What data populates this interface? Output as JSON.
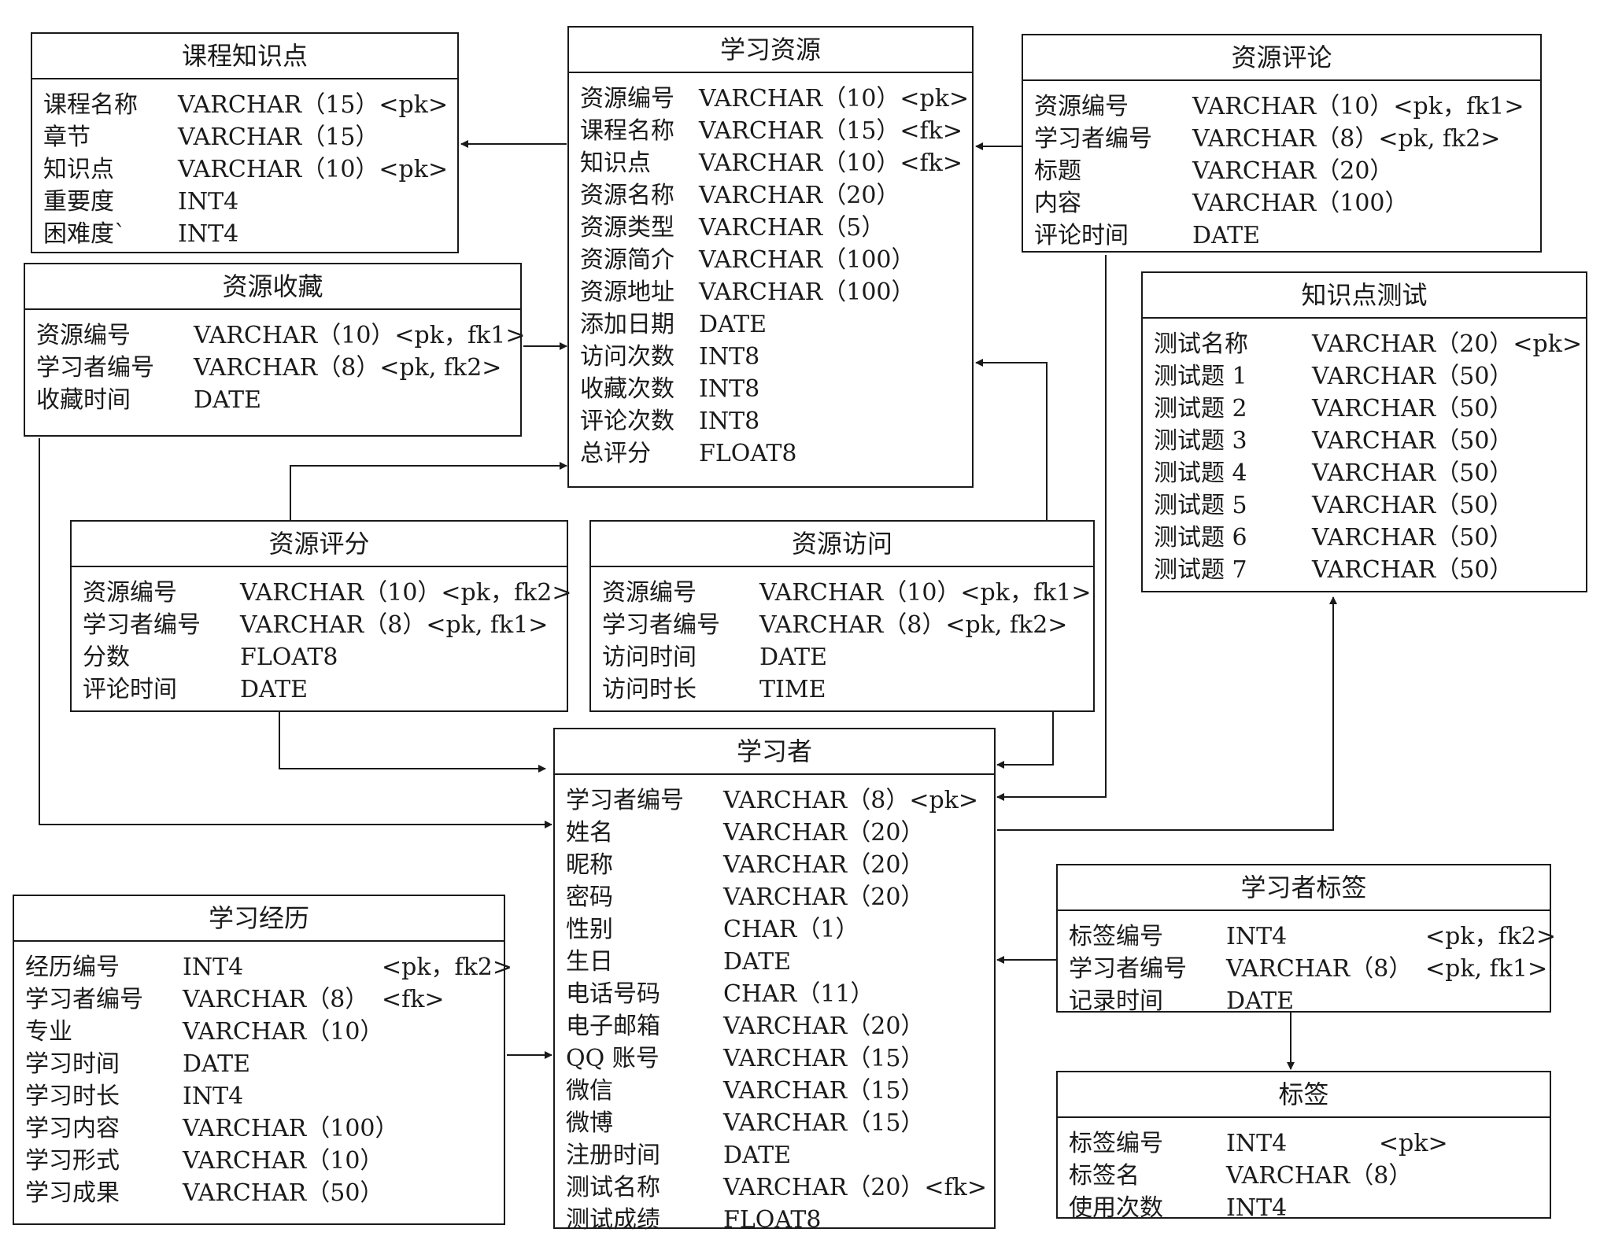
{
  "entities": [
    {
      "id": "kcz",
      "name": "课程知识点",
      "fields": [
        [
          "课程名称",
          "VARCHAR（15）<pk>",
          ""
        ],
        [
          "章节",
          "VARCHAR（15）",
          ""
        ],
        [
          "知识点",
          "VARCHAR（10）<pk>",
          ""
        ],
        [
          "重要度",
          "INT4",
          ""
        ],
        [
          "困难度`",
          "INT4",
          ""
        ]
      ]
    },
    {
      "id": "xxzy",
      "name": "学习资源",
      "fields": [
        [
          "资源编号",
          "VARCHAR（10）<pk>",
          ""
        ],
        [
          "课程名称",
          "VARCHAR（15）<fk>",
          ""
        ],
        [
          "知识点",
          "VARCHAR（10）<fk>",
          ""
        ],
        [
          "资源名称",
          "VARCHAR（20）",
          ""
        ],
        [
          "资源类型",
          "VARCHAR（5）",
          ""
        ],
        [
          "资源简介",
          "VARCHAR（100）",
          ""
        ],
        [
          "资源地址",
          "VARCHAR（100）",
          ""
        ],
        [
          "添加日期",
          "DATE",
          ""
        ],
        [
          "访问次数",
          "INT8",
          ""
        ],
        [
          "收藏次数",
          "INT8",
          ""
        ],
        [
          "评论次数",
          "INT8",
          ""
        ],
        [
          "总评分",
          "FLOAT8",
          ""
        ]
      ]
    },
    {
      "id": "zypl",
      "name": "资源评论",
      "fields": [
        [
          "资源编号",
          "VARCHAR（10）<pk，fk1>",
          ""
        ],
        [
          "学习者编号",
          "VARCHAR（8）<pk, fk2>",
          ""
        ],
        [
          "标题",
          "VARCHAR（20）",
          ""
        ],
        [
          "内容",
          "VARCHAR（100）",
          ""
        ],
        [
          "评论时间",
          "DATE",
          ""
        ]
      ]
    },
    {
      "id": "zysc",
      "name": "资源收藏",
      "fields": [
        [
          "资源编号",
          "VARCHAR（10）<pk，fk1>",
          ""
        ],
        [
          "学习者编号",
          "VARCHAR（8）<pk, fk2>",
          ""
        ],
        [
          "收藏时间",
          "DATE",
          ""
        ]
      ]
    },
    {
      "id": "zsdcs",
      "name": "知识点测试",
      "fields": [
        [
          "测试名称",
          "VARCHAR（20）<pk>",
          ""
        ],
        [
          "测试题 1",
          "VARCHAR（50）",
          ""
        ],
        [
          "测试题 2",
          "VARCHAR（50）",
          ""
        ],
        [
          "测试题 3",
          "VARCHAR（50）",
          ""
        ],
        [
          "测试题 4",
          "VARCHAR（50）",
          ""
        ],
        [
          "测试题 5",
          "VARCHAR（50）",
          ""
        ],
        [
          "测试题 6",
          "VARCHAR（50）",
          ""
        ],
        [
          "测试题 7",
          "VARCHAR（50）",
          ""
        ]
      ]
    },
    {
      "id": "zypf",
      "name": "资源评分",
      "fields": [
        [
          "资源编号",
          "VARCHAR（10）<pk，fk2>",
          ""
        ],
        [
          "学习者编号",
          "VARCHAR（8）<pk, fk1>",
          ""
        ],
        [
          "分数",
          "FLOAT8",
          ""
        ],
        [
          "评论时间",
          "DATE",
          ""
        ]
      ]
    },
    {
      "id": "zyfw",
      "name": "资源访问",
      "fields": [
        [
          "资源编号",
          "VARCHAR（10）<pk，fk1>",
          ""
        ],
        [
          "学习者编号",
          "VARCHAR（8）<pk, fk2>",
          ""
        ],
        [
          "访问时间",
          "DATE",
          ""
        ],
        [
          "访问时长",
          "TIME",
          ""
        ]
      ]
    },
    {
      "id": "xxz",
      "name": "学习者",
      "fields": [
        [
          "学习者编号",
          "VARCHAR（8）",
          "<pk>"
        ],
        [
          "姓名",
          "VARCHAR（20）",
          ""
        ],
        [
          "昵称",
          "VARCHAR（20）",
          ""
        ],
        [
          "密码",
          "VARCHAR（20）",
          ""
        ],
        [
          "性别",
          "CHAR（1）",
          ""
        ],
        [
          "生日",
          "DATE",
          ""
        ],
        [
          "电话号码",
          "CHAR（11）",
          ""
        ],
        [
          "电子邮箱",
          "VARCHAR（20）",
          ""
        ],
        [
          "QQ 账号",
          "VARCHAR（15）",
          ""
        ],
        [
          "微信",
          "VARCHAR（15）",
          ""
        ],
        [
          "微博",
          "VARCHAR（15）",
          ""
        ],
        [
          "注册时间",
          "DATE",
          ""
        ],
        [
          "测试名称",
          "VARCHAR（20）<fk>",
          ""
        ],
        [
          "测试成绩",
          "FLOAT8",
          ""
        ]
      ]
    },
    {
      "id": "xxjl",
      "name": "学习经历",
      "fields": [
        [
          "经历编号",
          "INT4",
          "<pk，fk2>"
        ],
        [
          "学习者编号",
          "VARCHAR（8）",
          "<fk>"
        ],
        [
          "专业",
          "VARCHAR（10）",
          ""
        ],
        [
          "学习时间",
          "DATE",
          ""
        ],
        [
          "学习时长",
          "INT4",
          ""
        ],
        [
          "学习内容",
          "VARCHAR（100）",
          ""
        ],
        [
          "学习形式",
          "VARCHAR（10）",
          ""
        ],
        [
          "学习成果",
          "VARCHAR（50）",
          ""
        ]
      ]
    },
    {
      "id": "xxzbq",
      "name": "学习者标签",
      "fields": [
        [
          "标签编号",
          "INT4",
          "<pk，fk2>"
        ],
        [
          "学习者编号",
          "VARCHAR（8）",
          "<pk, fk1>"
        ],
        [
          "记录时间",
          "DATE",
          ""
        ]
      ]
    },
    {
      "id": "bq",
      "name": "标签",
      "fields": [
        [
          "标签编号",
          "INT4",
          "<pk>"
        ],
        [
          "标签名",
          "VARCHAR（8）",
          ""
        ],
        [
          "使用次数",
          "INT4",
          ""
        ]
      ]
    }
  ],
  "relationships": [
    {
      "from": "学习资源",
      "to": "课程知识点"
    },
    {
      "from": "资源评论",
      "to": "学习资源"
    },
    {
      "from": "资源收藏",
      "to": "学习资源"
    },
    {
      "from": "资源评分",
      "to": "学习资源"
    },
    {
      "from": "资源访问",
      "to": "学习资源"
    },
    {
      "from": "资源评分",
      "to": "学习者"
    },
    {
      "from": "资源访问",
      "to": "学习者"
    },
    {
      "from": "资源评论",
      "to": "学习者"
    },
    {
      "from": "资源收藏",
      "to": "学习者"
    },
    {
      "from": "学习者",
      "to": "知识点测试"
    },
    {
      "from": "学习经历",
      "to": "学习者"
    },
    {
      "from": "学习者标签",
      "to": "学习者"
    },
    {
      "from": "学习者标签",
      "to": "标签"
    }
  ]
}
